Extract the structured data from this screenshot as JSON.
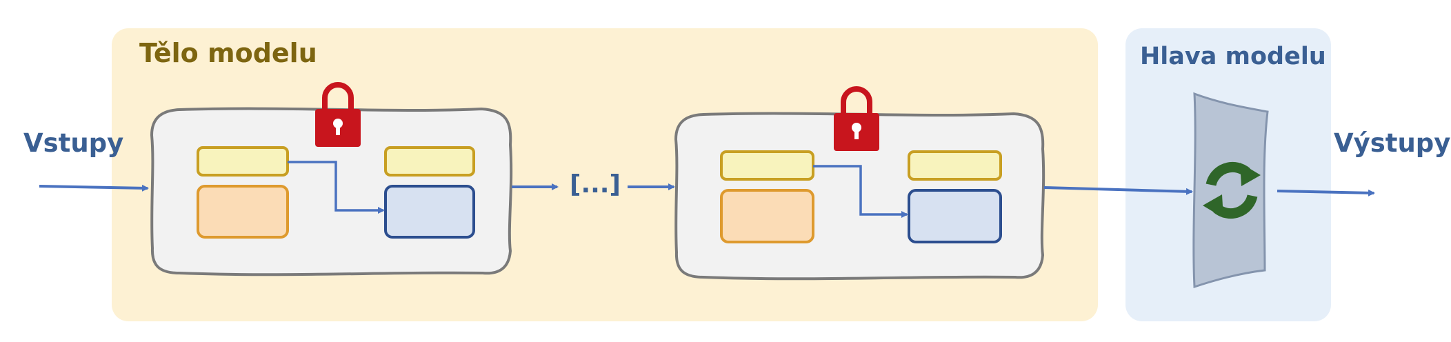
{
  "labels": {
    "body_title": "Tělo modelu",
    "head_title": "Hlava modelu",
    "inputs": "Vstupy",
    "outputs": "Výstupy",
    "ellipsis": "[...]"
  },
  "icons": {
    "lock": "lock-icon",
    "refresh": "refresh-icon"
  },
  "colors": {
    "body_panel": "#fdf1d3",
    "head_panel": "#e6eff9",
    "arrow": "#4a72c0",
    "lock": "#c8151d",
    "refresh": "#2f6629",
    "yellow_fill": "#f8f3bd",
    "yellow_stroke": "#c89f22",
    "orange_fill": "#fbdcb6",
    "orange_stroke": "#de9a2e",
    "blue_fill": "#d7e1f1",
    "blue_stroke": "#2c4e8f"
  }
}
